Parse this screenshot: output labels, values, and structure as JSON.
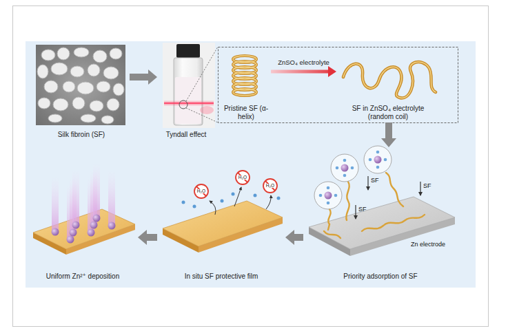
{
  "diagram": {
    "nodes": [
      {
        "text": [
          "Silk fibroin (SF)"
        ]
      },
      {
        "text": [
          "Tyndall effect"
        ]
      },
      {
        "text": [
          "Pristine SF (α-helix)"
        ]
      },
      {
        "text": [
          "SF in ZnSO₄ electrolyte (random coil)"
        ]
      },
      {
        "text": [
          "Priority adsorption of SF"
        ]
      },
      {
        "text": [
          "In situ SF protective film"
        ]
      },
      {
        "text": [
          "Uniform Zn²⁺ deposition"
        ]
      }
    ],
    "edges": [
      {
        "from": 0,
        "to": 1,
        "arrow": "to"
      },
      {
        "from": 2,
        "to": 3,
        "label": "ZnSO₄ electrolyte",
        "arrow": "to"
      },
      {
        "from": 3,
        "to": 4,
        "arrow": "to"
      },
      {
        "from": 4,
        "to": 5,
        "arrow": "to"
      },
      {
        "from": 5,
        "to": 6,
        "arrow": "to"
      }
    ],
    "labels": [
      "SF",
      "SF",
      "SF",
      "Zn electrode",
      "H₂O",
      "H₂O",
      "H₂O"
    ]
  }
}
